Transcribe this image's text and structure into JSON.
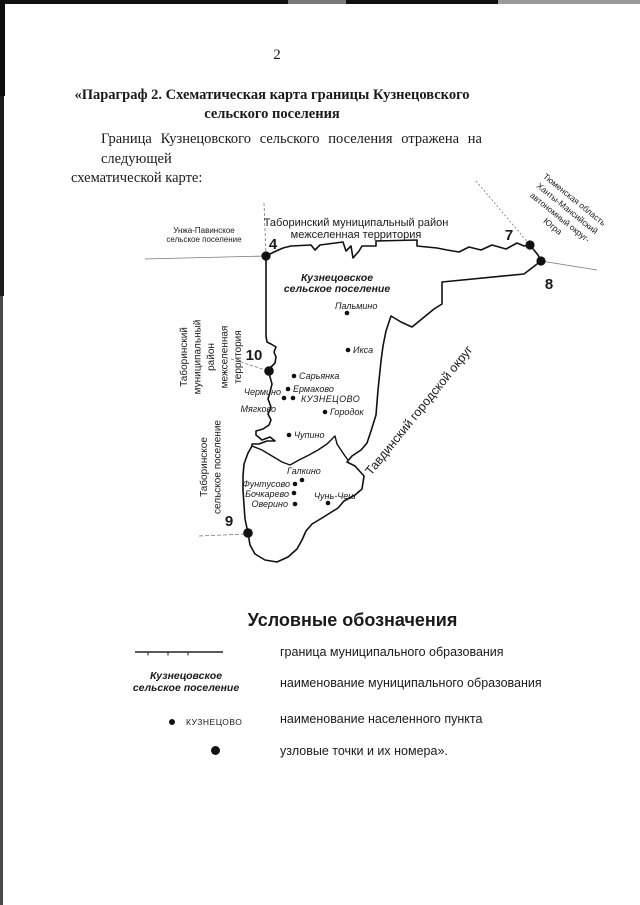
{
  "page": {
    "number": "2"
  },
  "heading": {
    "lines": [
      "«Параграф 2. Схематическая карта границы Кузнецовского",
      "сельского поселения"
    ]
  },
  "body": {
    "lines": [
      "Граница Кузнецовского сельского поселения отражена на следующей",
      "схематической карте:"
    ]
  },
  "map": {
    "region_labels": {
      "taborinsky_top": {
        "lines": [
          "Таборинский муниципальный район",
          "межселенная территория"
        ]
      },
      "unzha_pavinskoe": {
        "lines": [
          "Унжа-Павинское",
          "сельское поселение"
        ]
      },
      "kuznetsovskoe": {
        "lines": [
          "Кузнецовское",
          "сельское поселение"
        ]
      },
      "taborinsky_left": {
        "lines": [
          "Таборинский",
          "муниципальный",
          "район",
          "межселенная",
          "территория"
        ]
      },
      "taborinskoe": {
        "lines": [
          "Таборинское",
          "сельское поселение"
        ]
      },
      "tyumen": {
        "lines": [
          "Тюменская область",
          "Ханты-Мансийский",
          "автономный округ-",
          "Югра"
        ]
      },
      "tavdinsky": {
        "lines": [
          "Тавдинский городской округ"
        ]
      }
    },
    "nodes": [
      {
        "number": "4"
      },
      {
        "number": "7"
      },
      {
        "number": "8"
      },
      {
        "number": "10"
      },
      {
        "number": "9"
      }
    ],
    "settlements": [
      {
        "name": "Пальмино"
      },
      {
        "name": "Икса"
      },
      {
        "name": "Сарьянка"
      },
      {
        "name": "Ермаково"
      },
      {
        "name": "Чермино"
      },
      {
        "name": "КУЗНЕЦОВО"
      },
      {
        "name": "Мягково"
      },
      {
        "name": "Городок"
      },
      {
        "name": "Чупино"
      },
      {
        "name": "Галкино"
      },
      {
        "name": "Фунтусово"
      },
      {
        "name": "Бочкарево"
      },
      {
        "name": "Оверино"
      },
      {
        "name": "Чунь-Чеш"
      }
    ]
  },
  "legend": {
    "title": "Условные обозначения",
    "items": [
      {
        "label": "граница муниципального образования"
      },
      {
        "symbol_lines": [
          "Кузнецовское",
          "сельское поселение"
        ],
        "label": "наименование муниципального образования"
      },
      {
        "symbol_text": "КУЗНЕЦОВО",
        "label": "наименование населенного пункта"
      },
      {
        "label": "узловые точки и их номера»."
      }
    ]
  }
}
